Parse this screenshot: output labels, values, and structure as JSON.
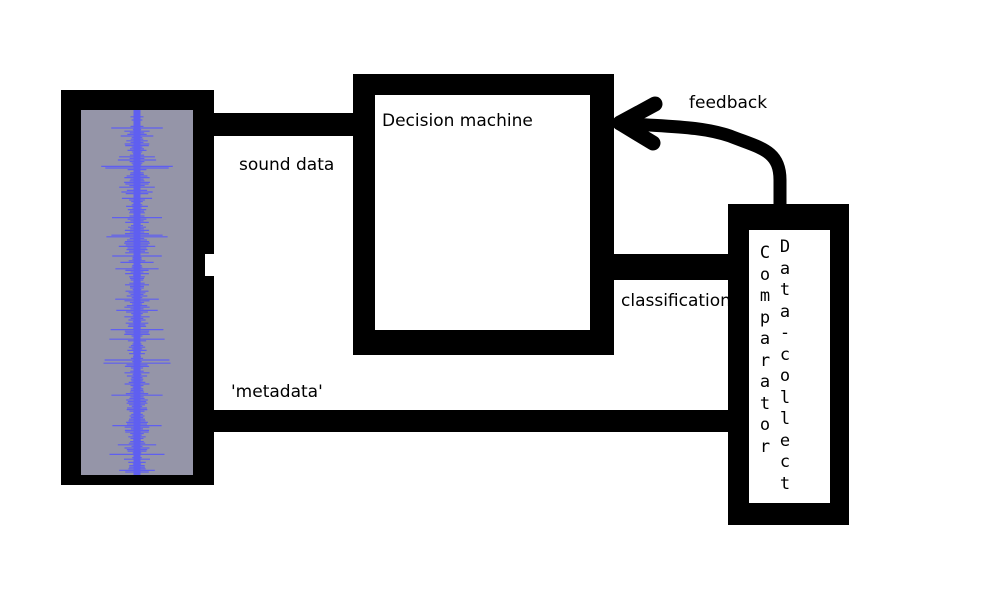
{
  "labels": {
    "sound_data": "sound data",
    "metadata": "'metadata'",
    "decision_machine": "Decision machine",
    "feedback": "feedback",
    "classification": "classification",
    "comparator": "Comparator",
    "data_collect": "Data-collect"
  },
  "colors": {
    "line": "#000000",
    "waveform_bg": "#9595a8",
    "waveform": "#5f5ff0"
  },
  "icons": {
    "waveform": "audio-waveform-icon"
  }
}
